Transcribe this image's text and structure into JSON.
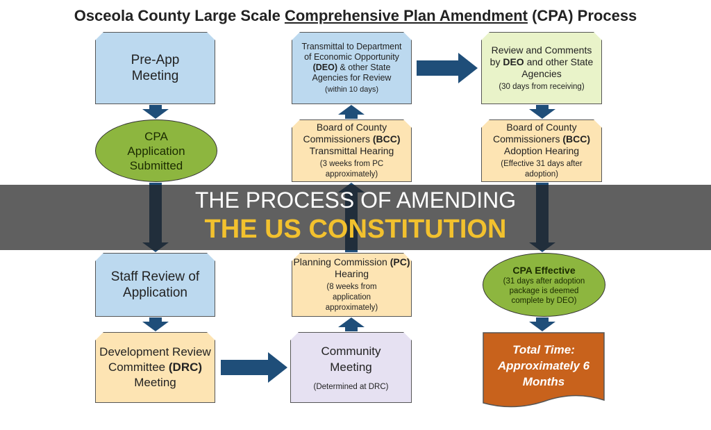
{
  "title": {
    "pre": "Osceola County Large Scale ",
    "underlined": "Comprehensive Plan Amendment",
    "post": " (CPA) Process"
  },
  "steps": {
    "preapp": {
      "label": "Pre-App Meeting"
    },
    "cpa_submitted": {
      "label": "CPA Application Submitted"
    },
    "staff_review": {
      "label": "Staff Review of Application"
    },
    "drc": {
      "label_pre": "Development Review Committee ",
      "label_bold": "(DRC)",
      "label_post": " Meeting"
    },
    "community": {
      "label": "Community Meeting",
      "note": "(Determined at DRC)"
    },
    "pc": {
      "label_pre": "Planning Commission ",
      "label_bold": "(PC)",
      "label_post": " Hearing",
      "note": "(8 weeks from application approximately)"
    },
    "bcc_transmittal": {
      "label_pre": "Board of County Commissioners ",
      "label_bold": "(BCC)",
      "label_post": " Transmittal Hearing",
      "note": "(3 weeks from PC approximately)"
    },
    "transmittal": {
      "label_pre": "Transmittal to Department of Economic Opportunity ",
      "label_bold": "(DEO)",
      "label_post": " & other State Agencies for Review",
      "note": "(within 10 days)"
    },
    "deo_review": {
      "label_pre": "Review and Comments by ",
      "label_bold": "DEO",
      "label_post": " and other State Agencies",
      "note": "(30 days from receiving)"
    },
    "bcc_adoption": {
      "label_pre": "Board of County Commissioners ",
      "label_bold": "(BCC)",
      "label_post": " Adoption Hearing",
      "note": "(Effective 31 days after adoption)"
    },
    "cpa_effective": {
      "label": "CPA Effective",
      "note": "(31 days after adoption package is deemed complete by DEO)"
    },
    "total": {
      "label": "Total Time: Approximately 6 Months"
    }
  },
  "overlay": {
    "line1": "THE PROCESS OF AMENDING",
    "line2": "THE US CONSTITUTION"
  },
  "colors": {
    "arrow": "#1f4e79",
    "blue_box": "#bcd9ef",
    "peach_box": "#fde4b3",
    "green_ellipse": "#8db63f",
    "total_box": "#c8621c",
    "overlay_accent": "#f2c12e"
  }
}
